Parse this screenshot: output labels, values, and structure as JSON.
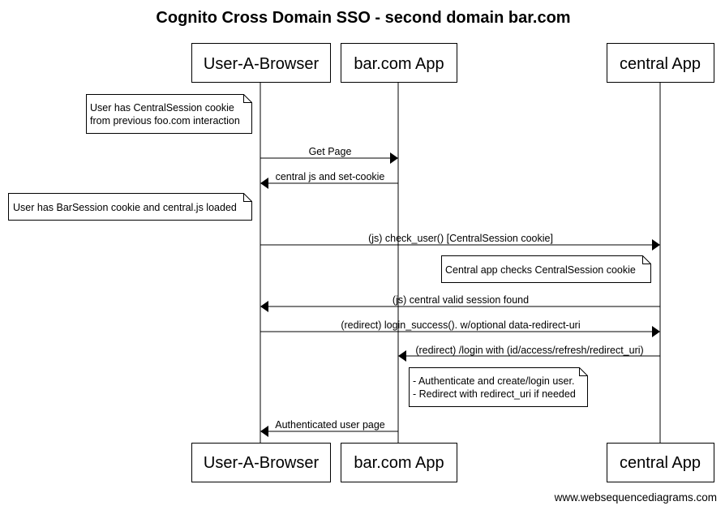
{
  "title": "Cognito Cross Domain SSO - second domain bar.com",
  "footer": "www.websequencediagrams.com",
  "actors": [
    {
      "id": "browser",
      "label": "User-A-Browser"
    },
    {
      "id": "bar",
      "label": "bar.com App"
    },
    {
      "id": "central",
      "label": "central App"
    }
  ],
  "notes": [
    {
      "id": "note-central-session",
      "lines": [
        "User has CentralSession cookie",
        "from previous foo.com interaction"
      ]
    },
    {
      "id": "note-bar-session",
      "lines": [
        "User has BarSession cookie and central.js loaded"
      ]
    },
    {
      "id": "note-central-check",
      "lines": [
        "Central app checks CentralSession cookie"
      ]
    },
    {
      "id": "note-authenticate",
      "lines": [
        "- Authenticate and create/login user.",
        "- Redirect with redirect_uri if needed"
      ]
    }
  ],
  "messages": [
    {
      "id": "msg-get-page",
      "from": "browser",
      "to": "bar",
      "label": "Get Page"
    },
    {
      "id": "msg-central-js",
      "from": "bar",
      "to": "browser",
      "label": "central js and set-cookie"
    },
    {
      "id": "msg-check-user",
      "from": "browser",
      "to": "central",
      "label": "(js) check_user() [CentralSession cookie]"
    },
    {
      "id": "msg-valid-session",
      "from": "central",
      "to": "browser",
      "label": "(js) central valid session found"
    },
    {
      "id": "msg-login-success",
      "from": "browser",
      "to": "central",
      "label": "(redirect) login_success(). w/optional data-redirect-uri"
    },
    {
      "id": "msg-login-with",
      "from": "central",
      "to": "bar",
      "label": "(redirect) /login with (id/access/refresh/redirect_uri)"
    },
    {
      "id": "msg-auth-page",
      "from": "bar",
      "to": "browser",
      "label": "Authenticated user page"
    }
  ]
}
